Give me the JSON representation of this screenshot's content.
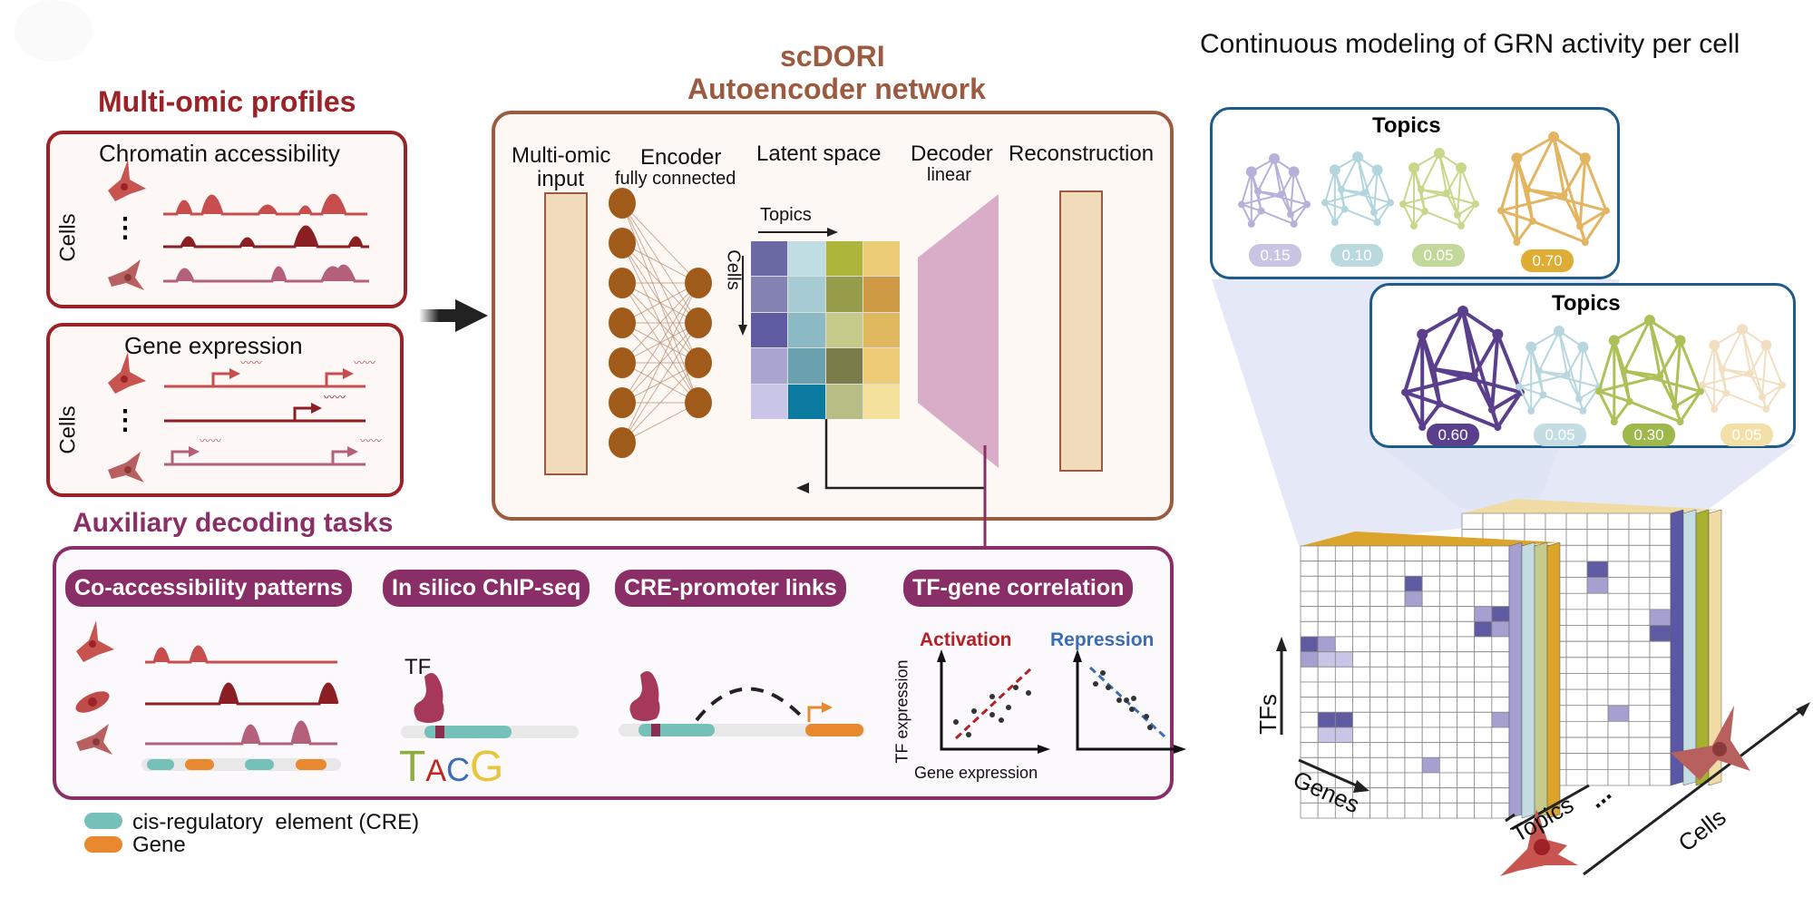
{
  "multiomic": {
    "title": "Multi-omic profiles",
    "chromatin_label": "Chromatin accessibility",
    "gene_expr_label": "Gene expression",
    "cells_label": "Cells",
    "dots": "⋮"
  },
  "autoencoder": {
    "title_line1": "scDORI",
    "title_line2": "Autoencoder network",
    "input_label_1": "Multi-omic",
    "input_label_2": "input",
    "encoder_label": "Encoder",
    "encoder_sub": "fully connected",
    "latent_label": "Latent space",
    "decoder_label": "Decoder",
    "decoder_sub": "linear",
    "reconstruction_label": "Reconstruction",
    "topics_axis": "Topics",
    "cells_axis": "Cells",
    "latent_colors": [
      [
        "#6b69a3",
        "#c0dde3",
        "#adb63a",
        "#eccb76"
      ],
      [
        "#8482b3",
        "#a7cbd3",
        "#979c4a",
        "#cd9a43"
      ],
      [
        "#5e5ba2",
        "#8bbac5",
        "#c6cb8b",
        "#e0b95f"
      ],
      [
        "#a9a5d1",
        "#69a2ae",
        "#7a7d4a",
        "#ecca76"
      ],
      [
        "#c8c5e6",
        "#0b7a9e",
        "#b6be85",
        "#f4e19c"
      ]
    ]
  },
  "auxiliary": {
    "title": "Auxiliary decoding tasks",
    "tasks": [
      {
        "label": "Co-accessibility patterns"
      },
      {
        "label": "In silico ChIP-seq"
      },
      {
        "label": "CRE-promoter links"
      },
      {
        "label": "TF-gene correlation"
      }
    ],
    "tf_label": "TF",
    "motif": [
      "T",
      "A",
      "C",
      "G"
    ],
    "motif_colors": [
      "#8fac3e",
      "#c0261d",
      "#3a6db5",
      "#e8c53a"
    ],
    "activation_label": "Activation",
    "repression_label": "Repression",
    "y_axis_label": "TF expression",
    "x_axis_label": "Gene expression"
  },
  "legend": {
    "items": [
      {
        "label": "cis-regulatory  element (CRE)",
        "color": "#75c0b8"
      },
      {
        "label": "Gene",
        "color": "#e8892f"
      }
    ]
  },
  "grn": {
    "title": "Continuous modeling of GRN activity per cell",
    "panel1": {
      "title": "Topics",
      "weights": [
        "0.15",
        "0.10",
        "0.05",
        "0.70"
      ],
      "colors": [
        "#c9c4e3",
        "#b9d9df",
        "#c3d89a",
        "#e0ad34"
      ]
    },
    "panel2": {
      "title": "Topics",
      "weights": [
        "0.60",
        "0.05",
        "0.30",
        "0.05"
      ],
      "colors": [
        "#5a3f8c",
        "#c4dde3",
        "#9fb84c",
        "#f2e0a8"
      ]
    },
    "tfs_axis": "TFs",
    "genes_axis": "Genes",
    "topics_axis": "Topics",
    "cells_axis": "Cells",
    "ellipsis": "..."
  }
}
